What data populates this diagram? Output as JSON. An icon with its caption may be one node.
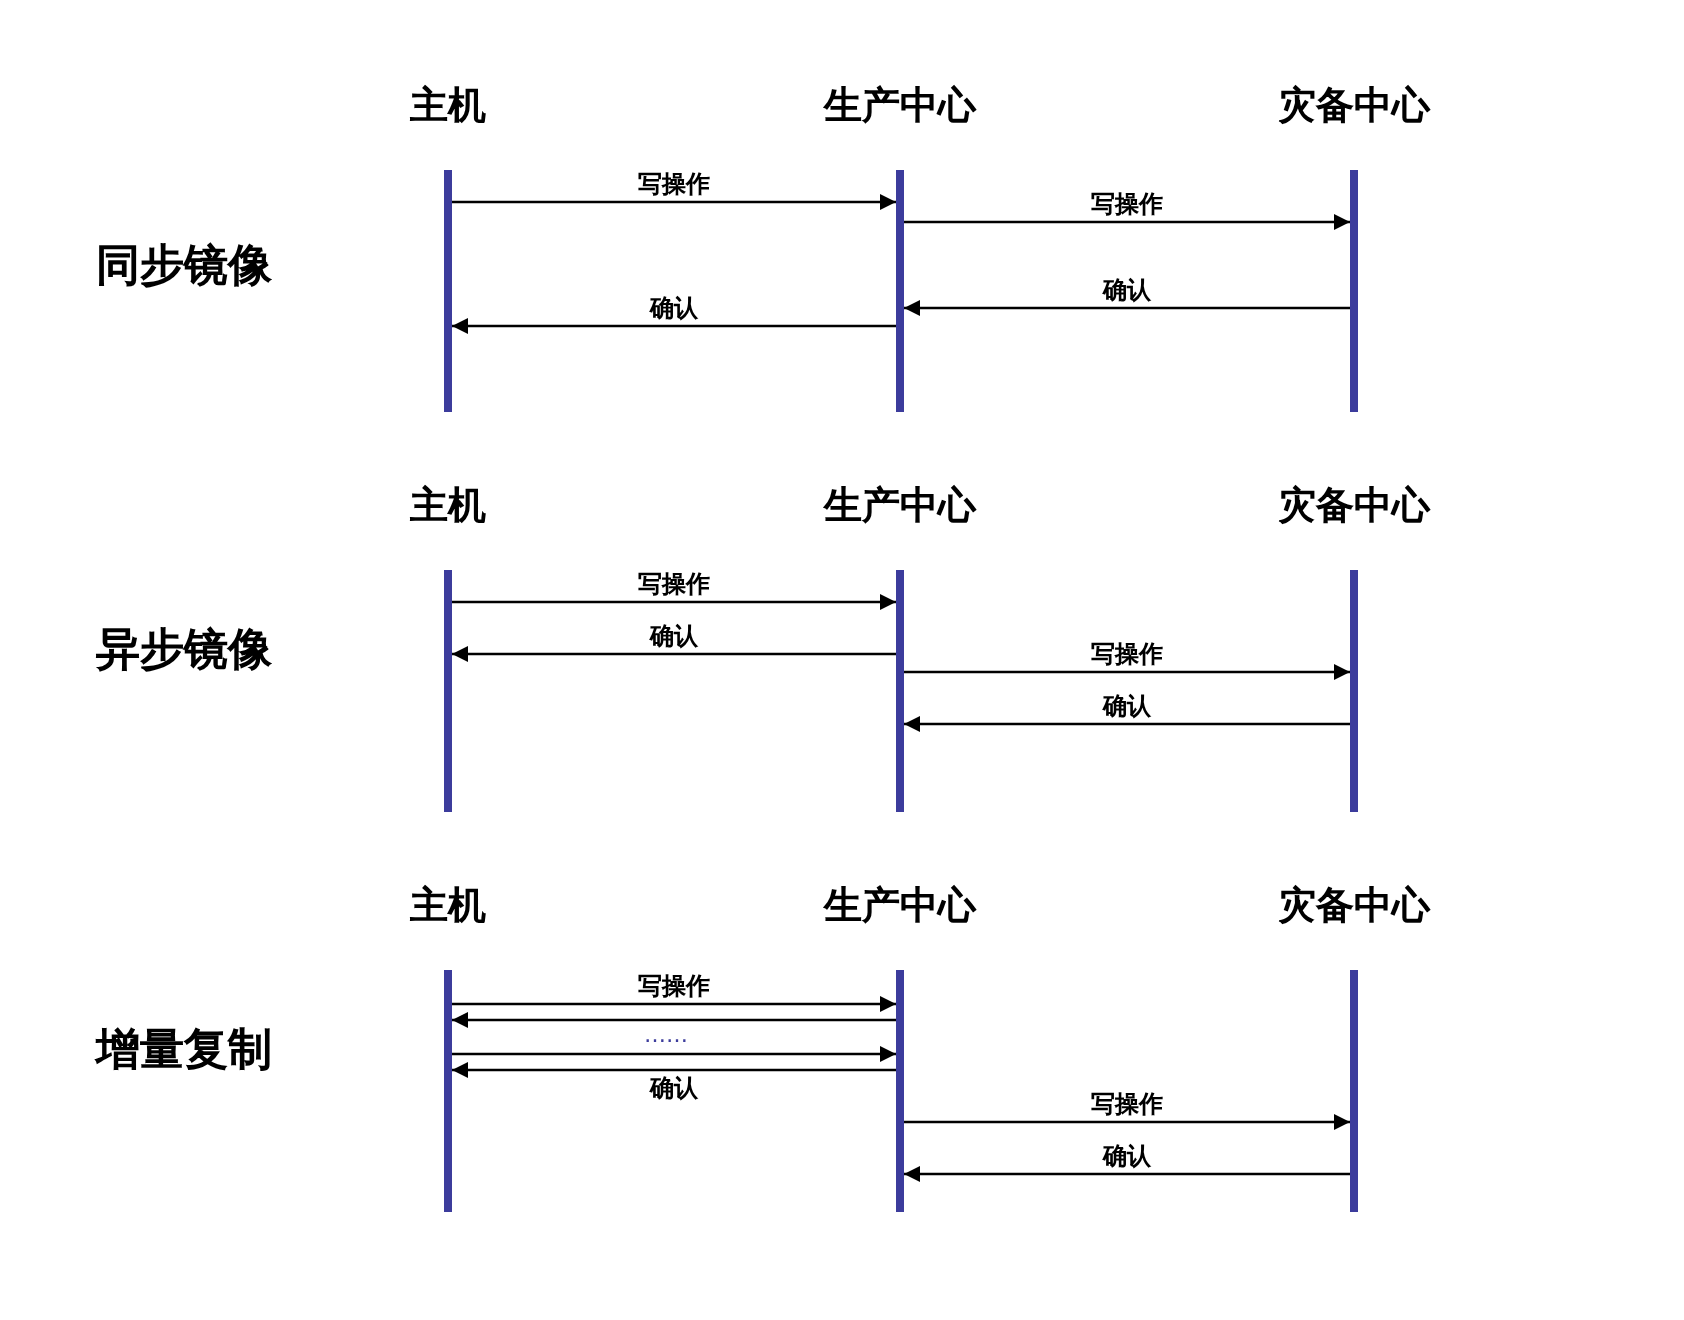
{
  "diagram": {
    "nodes": [
      {
        "text": [
          "主机"
        ]
      },
      {
        "text": [
          "生产中心"
        ]
      },
      {
        "text": [
          "灾备中心"
        ]
      },
      {
        "text": [
          "主机"
        ]
      },
      {
        "text": [
          "生产中心"
        ]
      },
      {
        "text": [
          "灾备中心"
        ]
      },
      {
        "text": [
          "主机"
        ]
      },
      {
        "text": [
          "生产中心"
        ]
      },
      {
        "text": [
          "灾备中心"
        ]
      }
    ],
    "edges": [
      {
        "from": 0,
        "to": 1,
        "arrow": "to",
        "label": "写操作"
      },
      {
        "from": 1,
        "to": 2,
        "arrow": "to",
        "label": "写操作"
      },
      {
        "from": 2,
        "to": 1,
        "arrow": "to",
        "label": "确认"
      },
      {
        "from": 1,
        "to": 0,
        "arrow": "to",
        "label": "确认"
      },
      {
        "from": 3,
        "to": 4,
        "arrow": "to",
        "label": "写操作"
      },
      {
        "from": 4,
        "to": 3,
        "arrow": "to",
        "label": "确认"
      },
      {
        "from": 4,
        "to": 5,
        "arrow": "to",
        "label": "写操作"
      },
      {
        "from": 5,
        "to": 4,
        "arrow": "to",
        "label": "确认"
      },
      {
        "from": 6,
        "to": 7,
        "arrow": "to",
        "label": "写操作"
      },
      {
        "from": 7,
        "to": 6,
        "arrow": "to"
      },
      {
        "from": 6,
        "to": 7,
        "arrow": "to"
      },
      {
        "from": 7,
        "to": 6,
        "arrow": "to",
        "label": "确认"
      },
      {
        "from": 7,
        "to": 8,
        "arrow": "to",
        "label": "写操作"
      },
      {
        "from": 8,
        "to": 7,
        "arrow": "to",
        "label": "确认"
      }
    ],
    "labels": [
      "同步镜像",
      "异步镜像",
      "……",
      "增量复制"
    ]
  }
}
